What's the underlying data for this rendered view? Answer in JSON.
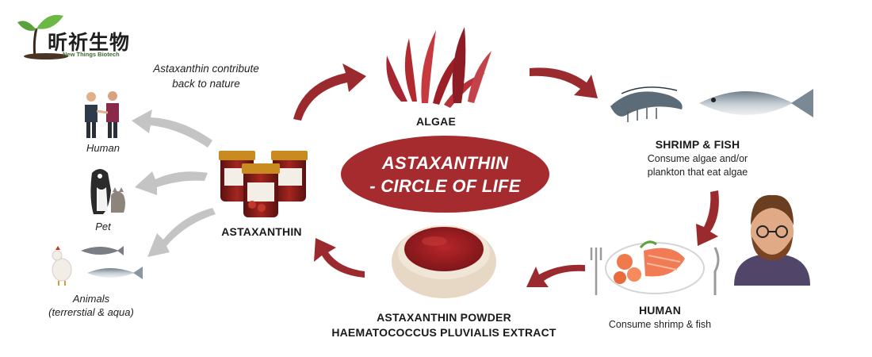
{
  "logo": {
    "name_cn": "昕祈生物",
    "name_en": "New Things Biotech"
  },
  "colors": {
    "accent_red": "#a52b2f",
    "arrow_red": "#9b2a2e",
    "arrow_grey": "#c4c4c4",
    "leaf_green": "#4f9a36"
  },
  "center": {
    "title_line1": "ASTAXANTHIN",
    "title_line2": "- CIRCLE OF LIFE"
  },
  "note": {
    "line1": "Astaxanthin contribute",
    "line2": "back to nature"
  },
  "left_branch": [
    {
      "label": "Human",
      "icon": "human-pair-icon"
    },
    {
      "label": "Pet",
      "icon": "pet-icon"
    },
    {
      "label_line1": "Animals",
      "label_line2": "(terrerstial & aqua)",
      "icon": "farm-animals-icon"
    }
  ],
  "cycle": {
    "product": {
      "label": "ASTAXANTHIN",
      "icon": "astaxanthin-jars-icon"
    },
    "algae": {
      "label": "ALGAE",
      "icon": "algae-icon"
    },
    "shrimp_fish": {
      "label": "SHRIMP & FISH",
      "desc_line1": "Consume algae and/or",
      "desc_line2": "plankton that eat algae",
      "icon": "shrimp-fish-icon"
    },
    "human": {
      "label": "HUMAN",
      "desc": "Consume shrimp & fish",
      "icon": "human-meal-icon"
    },
    "powder": {
      "label_line1": "ASTAXANTHIN POWDER",
      "label_line2": "HAEMATOCOCCUS PLUVIALIS EXTRACT",
      "icon": "powder-bowl-icon"
    }
  }
}
